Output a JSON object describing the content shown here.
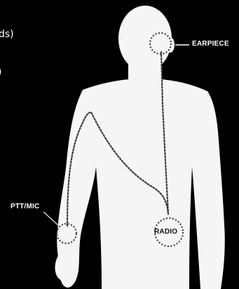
{
  "left_text": [
    "ds)",
    ")"
  ],
  "labels": {
    "earpiece": "EARPIECE",
    "ptt_mic": "PTT/MIC",
    "radio": "RADIO"
  },
  "colors": {
    "background": "#000000",
    "body": "#f5f5f5",
    "dotted_line": "#3a3a3a",
    "label_light": "#ffffff",
    "label_dark": "#111111"
  }
}
